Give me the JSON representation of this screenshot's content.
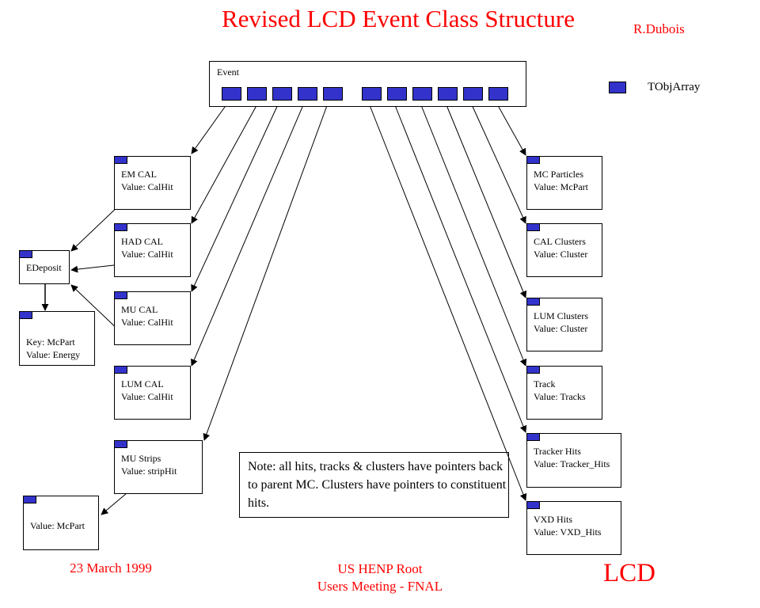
{
  "title": "Revised LCD Event Class Structure",
  "author": "R.Dubois",
  "legend": {
    "icon": "tobjarray-square-icon",
    "label": "TObjArray"
  },
  "event": {
    "label": "Event",
    "left_arrays": 5,
    "right_arrays": 6
  },
  "left_nodes": [
    {
      "id": "em-cal",
      "line1": "EM CAL",
      "line2": "Value: CalHit"
    },
    {
      "id": "had-cal",
      "line1": "HAD CAL",
      "line2": "Value: CalHit"
    },
    {
      "id": "mu-cal",
      "line1": "MU CAL",
      "line2": "Value: CalHit"
    },
    {
      "id": "lum-cal",
      "line1": "LUM CAL",
      "line2": "Value: CalHit"
    },
    {
      "id": "mu-strips",
      "line1": "MU Strips",
      "line2": "Value: stripHit"
    }
  ],
  "aux_nodes": {
    "edeposit": {
      "line1": "EDeposit"
    },
    "edeposit_map": {
      "line1": "Key: McPart",
      "line2": "Value: Energy"
    },
    "strip_mcpart": {
      "line1": "Value: McPart"
    }
  },
  "right_nodes": [
    {
      "id": "mc-particles",
      "line1": "MC Particles",
      "line2": "Value: McPart"
    },
    {
      "id": "cal-clusters",
      "line1": "CAL Clusters",
      "line2": "Value: Cluster"
    },
    {
      "id": "lum-clusters",
      "line1": "LUM Clusters",
      "line2": "Value: Cluster"
    },
    {
      "id": "track",
      "line1": "Track",
      "line2": "Value: Tracks"
    },
    {
      "id": "tracker-hits",
      "line1": "Tracker Hits",
      "line2": "Value: Tracker_Hits"
    },
    {
      "id": "vxd-hits",
      "line1": "VXD Hits",
      "line2": "Value: VXD_Hits"
    }
  ],
  "note": "Note: all hits, tracks & clusters have pointers back to parent MC. Clusters have pointers to constituent hits.",
  "footer": {
    "date": "23 March 1999",
    "meeting_line1": "US HENP Root",
    "meeting_line2": "Users Meeting - FNAL",
    "brand": "LCD"
  },
  "colors": {
    "title": "#ff0000",
    "array_fill": "#3333cc"
  }
}
